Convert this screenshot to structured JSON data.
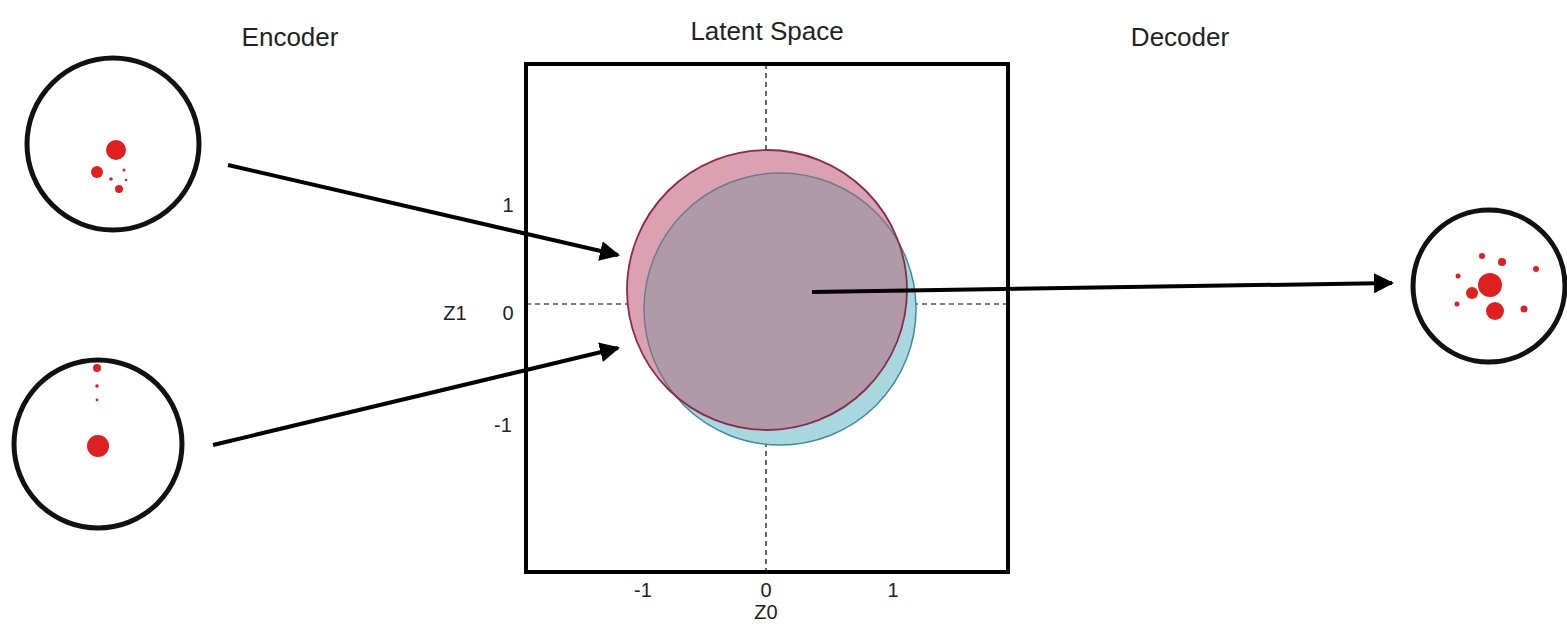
{
  "diagram": {
    "nodes": [
      {
        "text": [
          "Latent Space"
        ]
      }
    ],
    "labels": [
      "Encoder",
      "Decoder",
      "1",
      "0",
      "-1",
      "Z1",
      "-1",
      "0",
      "1",
      "Z0"
    ]
  }
}
